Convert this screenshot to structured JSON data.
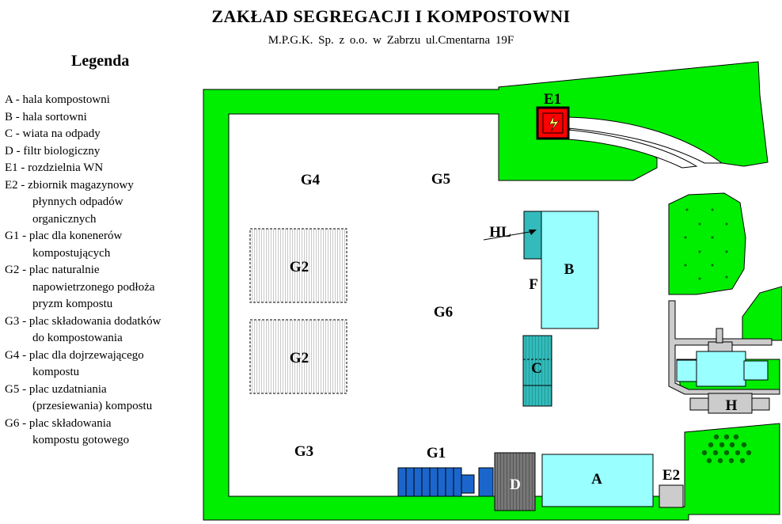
{
  "header": {
    "title": "ZAKŁAD SEGREGACJI I KOMPOSTOWNI",
    "subtitle": "M.P.G.K.  Sp. z o.o.  w  Zabrzu  ul.Cmentarna 19F"
  },
  "legend": {
    "title": "Legenda",
    "items": [
      {
        "key": "A",
        "lines": [
          "A - hala kompostowni"
        ]
      },
      {
        "key": "B",
        "lines": [
          "B - hala sortowni"
        ]
      },
      {
        "key": "C",
        "lines": [
          "C - wiata na odpady"
        ]
      },
      {
        "key": "D",
        "lines": [
          "D - filtr biologiczny"
        ]
      },
      {
        "key": "E1",
        "lines": [
          "E1 - rozdzielnia WN"
        ]
      },
      {
        "key": "E2",
        "lines": [
          "E2 - zbiornik magazynowy",
          "płynnych odpadów",
          "organicznych"
        ]
      },
      {
        "key": "G1",
        "lines": [
          "G1 - plac dla konenerów",
          "kompostujących"
        ]
      },
      {
        "key": "G2",
        "lines": [
          "G2 - plac naturalnie",
          "napowietrzonego podłoża",
          "pryzm kompostu"
        ]
      },
      {
        "key": "G3",
        "lines": [
          "G3 - plac składowania dodatków",
          "do kompostowania"
        ]
      },
      {
        "key": "G4",
        "lines": [
          "G4 - plac dla dojrzewającego",
          "kompostu"
        ]
      },
      {
        "key": "G5",
        "lines": [
          "G5 - plac uzdatniania",
          "(przesiewania) kompostu"
        ]
      },
      {
        "key": "G6",
        "lines": [
          "G6 - plac składowania",
          "kompostu gotowego"
        ]
      }
    ]
  },
  "map": {
    "labels": {
      "E1": "E1",
      "G4": "G4",
      "G5": "G5",
      "HL": "HL",
      "B": "B",
      "F": "F",
      "G2a": "G2",
      "G2b": "G2",
      "G6": "G6",
      "C": "C",
      "H": "H",
      "G3": "G3",
      "G1": "G1",
      "D": "D",
      "A": "A",
      "E2": "E2"
    },
    "colors": {
      "grass": "#00ee00",
      "building_light": "#99ffff",
      "building_teal": "#33bbbb",
      "container_blue": "#1a66cc",
      "filter_grey": "#777777",
      "road_grey": "#cccccc",
      "switchgear_red": "#ff0000",
      "hatch": "#cccccc"
    },
    "icons": {
      "E1": "lightning-icon"
    }
  }
}
